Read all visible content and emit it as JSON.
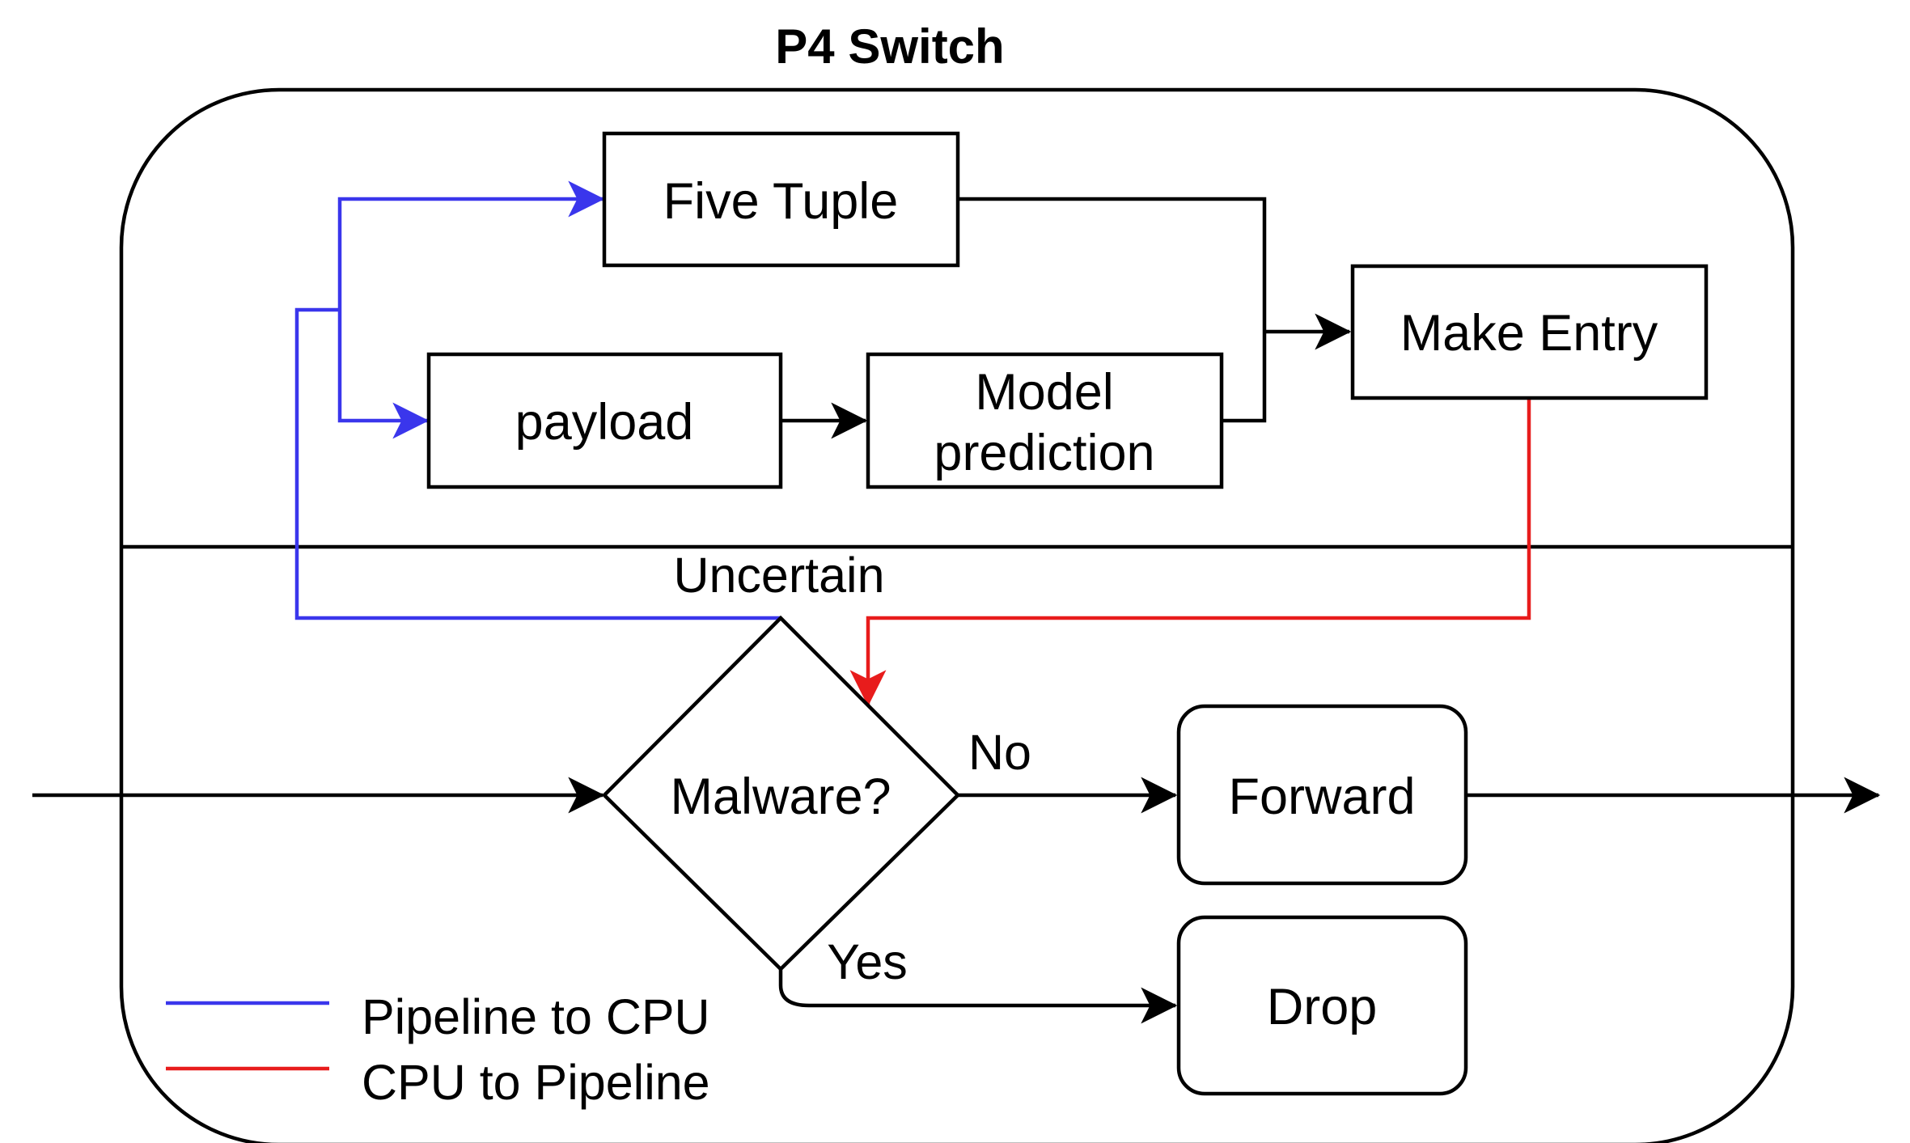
{
  "title": "P4 Switch",
  "colors": {
    "default_line": "#000000",
    "pipeline_to_cpu": "#3a36ec",
    "cpu_to_pipeline": "#e81c1c"
  },
  "nodes": {
    "five_tuple": "Five Tuple",
    "payload": "payload",
    "model_prediction_line1": "Model",
    "model_prediction_line2": "prediction",
    "make_entry": "Make Entry",
    "malware": "Malware?",
    "forward": "Forward",
    "drop": "Drop"
  },
  "edge_labels": {
    "uncertain": "Uncertain",
    "no": "No",
    "yes": "Yes"
  },
  "legend": {
    "pipeline_to_cpu": "Pipeline to CPU",
    "cpu_to_pipeline": "CPU to Pipeline"
  }
}
